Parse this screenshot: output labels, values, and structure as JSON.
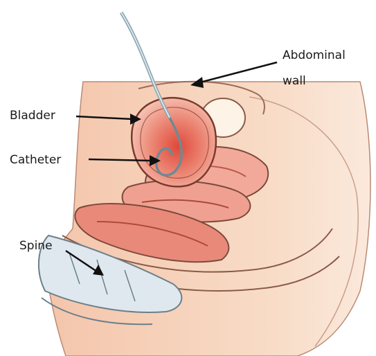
{
  "labels": {
    "abdominal_wall_line1": "Abdominal",
    "abdominal_wall_line2": "wall",
    "bladder": "Bladder",
    "catheter": "Catheter",
    "spine": "Spine"
  },
  "colors": {
    "skin_light": "#f8d9c2",
    "skin_mid": "#f2c3a8",
    "organ_pink": "#f0a89a",
    "organ_red": "#d9534a",
    "bladder_core": "#e0483a",
    "bone": "#dfe8ee",
    "outline": "#7a4a3a",
    "tube": "#8fa9b3"
  }
}
